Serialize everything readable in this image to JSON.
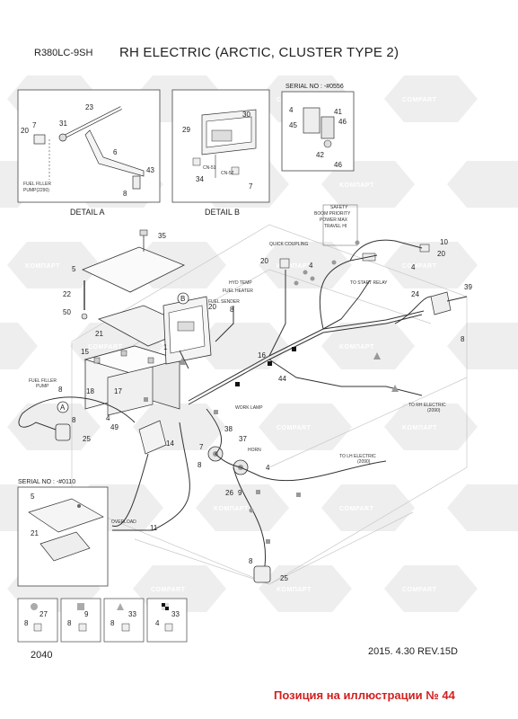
{
  "header": {
    "model": "R380LC-9SH",
    "title": "RH ELECTRIC (ARCTIC, CLUSTER TYPE 2)"
  },
  "footer": {
    "page_code": "2040",
    "date_rev": "2015. 4.30   REV.15D",
    "position_note": "Позиция на иллюстрации № 44"
  },
  "watermark": {
    "logo_text": "COMPART",
    "alt_text": "KOMПAPT",
    "color": "#ececec"
  },
  "details": {
    "detail_a": {
      "caption": "DETAIL  A",
      "fuel_filler": "FUEL FILLER",
      "fuel_filler_pump": "PUMP(2290)",
      "parts": [
        "23",
        "20",
        "7",
        "31",
        "6",
        "43",
        "8"
      ]
    },
    "detail_b": {
      "caption": "DETAIL  B",
      "parts": [
        "30",
        "29",
        "34",
        "7"
      ],
      "cn51": "CN-51",
      "cn52": "CN-52"
    },
    "serial_top": {
      "header": "SERIAL NO : -#0556",
      "parts": [
        "4",
        "45",
        "41",
        "46",
        "42",
        "46"
      ]
    },
    "serial_bottom": {
      "header": "SERIAL NO : -#0110",
      "parts": [
        "5",
        "21"
      ]
    }
  },
  "callouts": {
    "n35": "35",
    "n5": "5",
    "n22": "22",
    "n50": "50",
    "n21": "21",
    "n15": "15",
    "n1": "1",
    "n18": "18",
    "n17": "17",
    "n8a": "8",
    "n4a": "4",
    "n49": "49",
    "n25a": "25",
    "n14": "14",
    "n20a": "20",
    "n8b": "8",
    "n16": "16",
    "n44": "44",
    "n20b": "20",
    "n4b": "4",
    "n10": "10",
    "n20c": "20",
    "n4c": "4",
    "n24": "24",
    "n39": "39",
    "n8c": "8",
    "n38": "38",
    "n37": "37",
    "n7": "7",
    "n4d": "4",
    "n26": "26",
    "n9": "9",
    "n11": "11",
    "n8d": "8",
    "n25b": "25",
    "n8e": "8",
    "n8f": "8"
  },
  "labels": {
    "safety": "SAFETY",
    "boom_priority": "BOOM PRIORITY",
    "power_max": "POWER MAX",
    "travel_hi": "TRAVEL HI",
    "quick_coupling": "QUICK COUPLING",
    "hyd_temp": "HYD TEMP",
    "fuel_heater": "FUEL HEATER",
    "fuel_sender": "FUEL SENDER",
    "to_start_relay": "TO START RELAY",
    "to_rh_electric": "TO RH ELECTRIC",
    "to_rh_code": "(2090)",
    "fuel_filler_pump_main": "FUEL FILLER",
    "fuel_filler_pump_main2": "PUMP",
    "work_lamp": "WORK LAMP",
    "horn": "HORN",
    "to_lh_electric": "TO LH ELECTRIC",
    "to_lh_code": "(2090)",
    "overload": "OVERLOAD",
    "marker_a": "A",
    "marker_b": "B"
  },
  "legend": [
    {
      "symbol": "circle",
      "n_top": "27",
      "n_left": "8",
      "n_mid": ""
    },
    {
      "symbol": "square",
      "n_top": "9",
      "n_left": "8",
      "n_mid": ""
    },
    {
      "symbol": "triangle",
      "n_top": "33",
      "n_left": "8",
      "n_mid": ""
    },
    {
      "symbol": "checker",
      "n_top": "33",
      "n_left": "4",
      "n_mid": ""
    }
  ]
}
